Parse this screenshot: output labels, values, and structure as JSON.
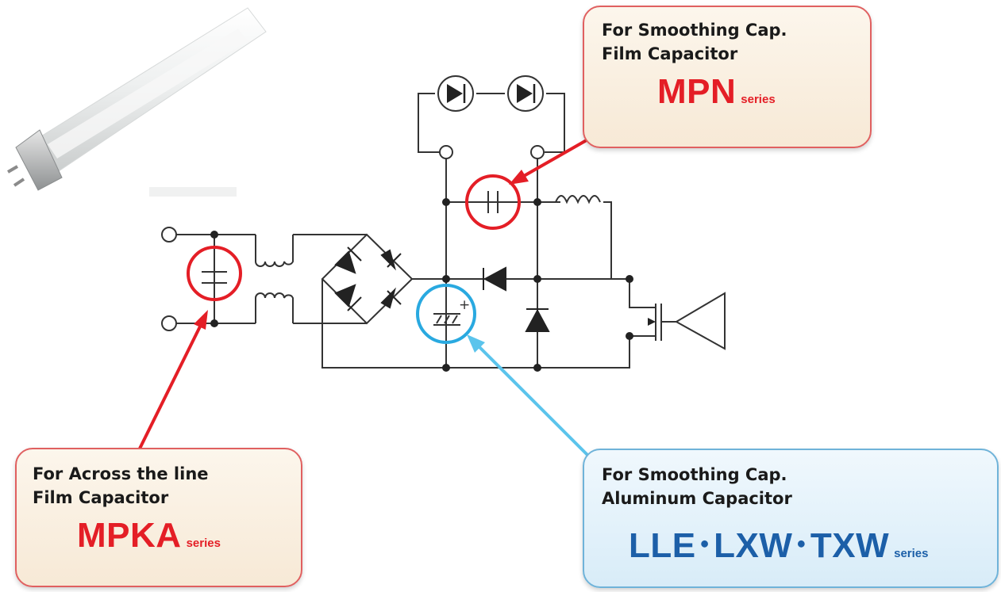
{
  "callouts": {
    "smoothing_film": {
      "line1": "For Smoothing Cap.",
      "line2": "Film Capacitor",
      "series_name": "MPN",
      "series_suffix": "series"
    },
    "across_line": {
      "line1": "For Across the line",
      "line2": "Film Capacitor",
      "series_name": "MPKA",
      "series_suffix": "series"
    },
    "smoothing_aluminum": {
      "line1": "For Smoothing Cap.",
      "line2": "Aluminum Capacitor",
      "series_name": "LLE･LXW･TXW",
      "series_suffix": "series"
    }
  },
  "diagram": {
    "electrolytic_plus": "+",
    "highlight_colors": {
      "film": "#e41e26",
      "aluminum": "#29a9e0"
    }
  }
}
